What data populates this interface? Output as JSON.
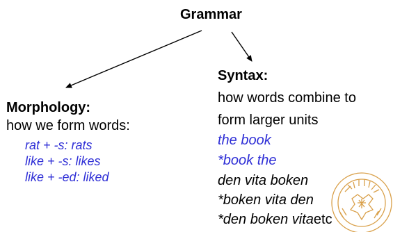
{
  "title": "Grammar",
  "morphology": {
    "heading": "Morphology:",
    "description": "how we form words:",
    "examples": [
      "rat + -s: rats",
      "like + -s: likes",
      "like + -ed: liked"
    ]
  },
  "syntax": {
    "heading": "Syntax:",
    "description_lines": [
      "how words combine to",
      "form larger units"
    ],
    "examples": [
      "the book",
      "*book the",
      "den vita boken",
      "*boken vita den",
      "*den boken vita"
    ],
    "suffix": "etc"
  },
  "colors": {
    "example_blue": "#2e2ed6",
    "text": "#000000",
    "seal_line": "#d9a04a"
  },
  "icons": {
    "seal": "university-seal-icon"
  }
}
